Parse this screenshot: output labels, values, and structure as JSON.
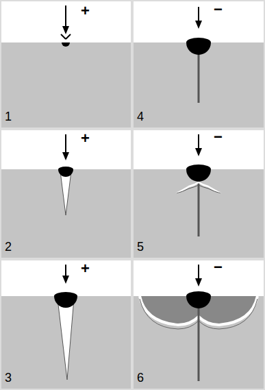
{
  "diagram": {
    "labels": [
      "+",
      "1",
      "−",
      "4",
      "+",
      "2",
      "−",
      "5",
      "+",
      "3",
      "−",
      "6"
    ]
  }
}
